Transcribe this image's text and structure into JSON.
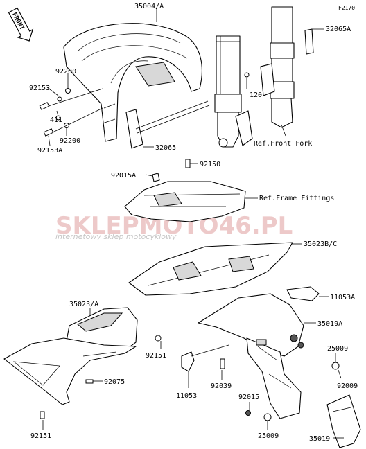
{
  "diagram_code": "F2170",
  "front_marker": "FRONT",
  "watermark": {
    "brand": "SKLEPMOTO46.PL",
    "tagline": "internetowy sklep motocyklowy"
  },
  "labels": {
    "l35004A": "35004/A",
    "l32065A": "32065A",
    "l92200a": "92200",
    "l92153": "92153",
    "l411": "411",
    "l92200b": "92200",
    "l92153A": "92153A",
    "l120": "120",
    "l32065": "32065",
    "lRefFrontFork": "Ref.Front Fork",
    "l92015A": "92015A",
    "l92150": "92150",
    "lRefFrameFittings": "Ref.Frame Fittings",
    "l35023BC": "35023B/C",
    "l11053A": "11053A",
    "l35019A": "35019A",
    "l35023A": "35023/A",
    "l92151a": "92151",
    "l25009a": "25009",
    "l92075": "92075",
    "l11053": "11053",
    "l92039": "92039",
    "l92009": "92009",
    "l92015": "92015",
    "l92151b": "92151",
    "l25009b": "25009",
    "l35019": "35019"
  }
}
